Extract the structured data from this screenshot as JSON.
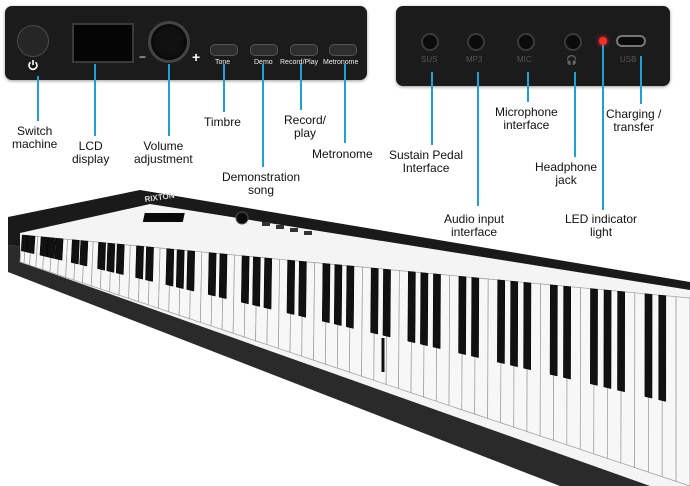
{
  "panel_left": {
    "buttons": {
      "tone": "Tone",
      "demo": "Demo",
      "record": "Record/Play",
      "metronome": "Metronome"
    },
    "minus": "−",
    "plus": "+"
  },
  "panel_right": {
    "jacks": {
      "sus": "SUS",
      "mp3": "MP3",
      "mic": "MIC",
      "phones": "🎧",
      "usb": "USB"
    }
  },
  "brand": "RIXTON",
  "labels": {
    "switch": [
      "Switch",
      "machine"
    ],
    "lcd": [
      "LCD",
      "display"
    ],
    "volume": [
      "Volume",
      "adjustment"
    ],
    "timbre": [
      "Timbre"
    ],
    "demo": [
      "Demonstration",
      "song"
    ],
    "record": [
      "Record/",
      "play"
    ],
    "metronome": [
      "Metronome"
    ],
    "sustain": [
      "Sustain Pedal",
      "Interface"
    ],
    "audio": [
      "Audio input",
      "interface"
    ],
    "microphone": [
      "Microphone",
      "interface"
    ],
    "headphone": [
      "Headphone",
      "jack"
    ],
    "led": [
      "LED indicator",
      "light"
    ],
    "charging": [
      "Charging /",
      "transfer"
    ]
  }
}
